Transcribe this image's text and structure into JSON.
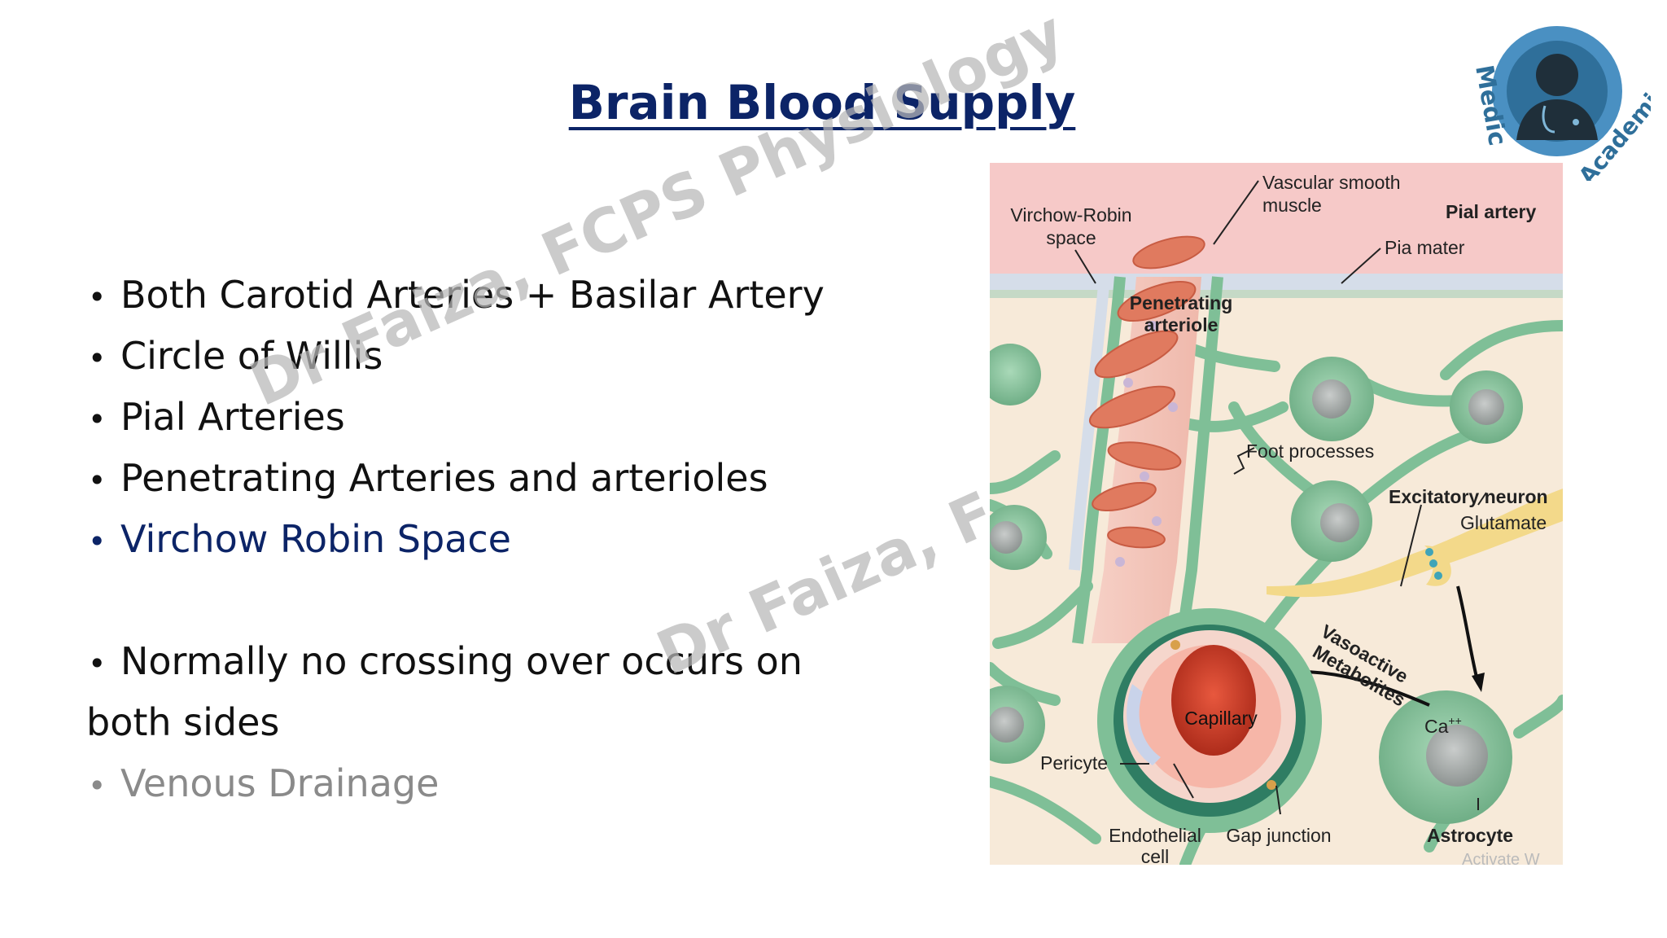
{
  "slide": {
    "title": "Brain Blood Supply",
    "bullets": [
      "Both Carotid Arteries + Basilar Artery",
      "Circle of Willis",
      "Pial Arteries",
      "Penetrating Arteries and arterioles",
      "Virchow Robin Space"
    ],
    "bullet_crossing_line1": "Normally no crossing over occurs on",
    "bullet_crossing_line2": "both sides",
    "bullet_venous": "Venous Drainage",
    "watermark_1": "Dr Faiza, FCPS Physiology",
    "watermark_2": "Dr Faiza, F"
  },
  "logo": {
    "text_left": "Medic",
    "text_right": "Academics",
    "icon": "doctor-avatar-icon"
  },
  "diagram": {
    "labels": {
      "virchow_robin_l1": "Virchow-Robin",
      "virchow_robin_l2": "space",
      "vsm_l1": "Vascular smooth",
      "vsm_l2": "muscle",
      "pial_artery": "Pial artery",
      "pia_mater": "Pia mater",
      "penetrating_l1": "Penetrating",
      "penetrating_l2": "arteriole",
      "foot_processes": "Foot processes",
      "excitatory_neuron": "Excitatory neuron",
      "glutamate": "Glutamate",
      "vasoactive_l1": "Vasoactive",
      "vasoactive_l2": "Metabolites",
      "capillary": "Capillary",
      "ca": "Ca",
      "ca_sup": "++",
      "pericyte": "Pericyte",
      "endothelial_l1": "Endothelial",
      "endothelial_l2": "cell",
      "gap_junction": "Gap junction",
      "astrocyte": "Astrocyte",
      "activate": "Activate W"
    },
    "colors": {
      "pia_region": "#f6c9c8",
      "tissue": "#f7ead9",
      "astrocyte_green": "#7fbf97",
      "vessel_red": "#e07a5f",
      "neuron_yellow": "#f3d98a"
    }
  }
}
